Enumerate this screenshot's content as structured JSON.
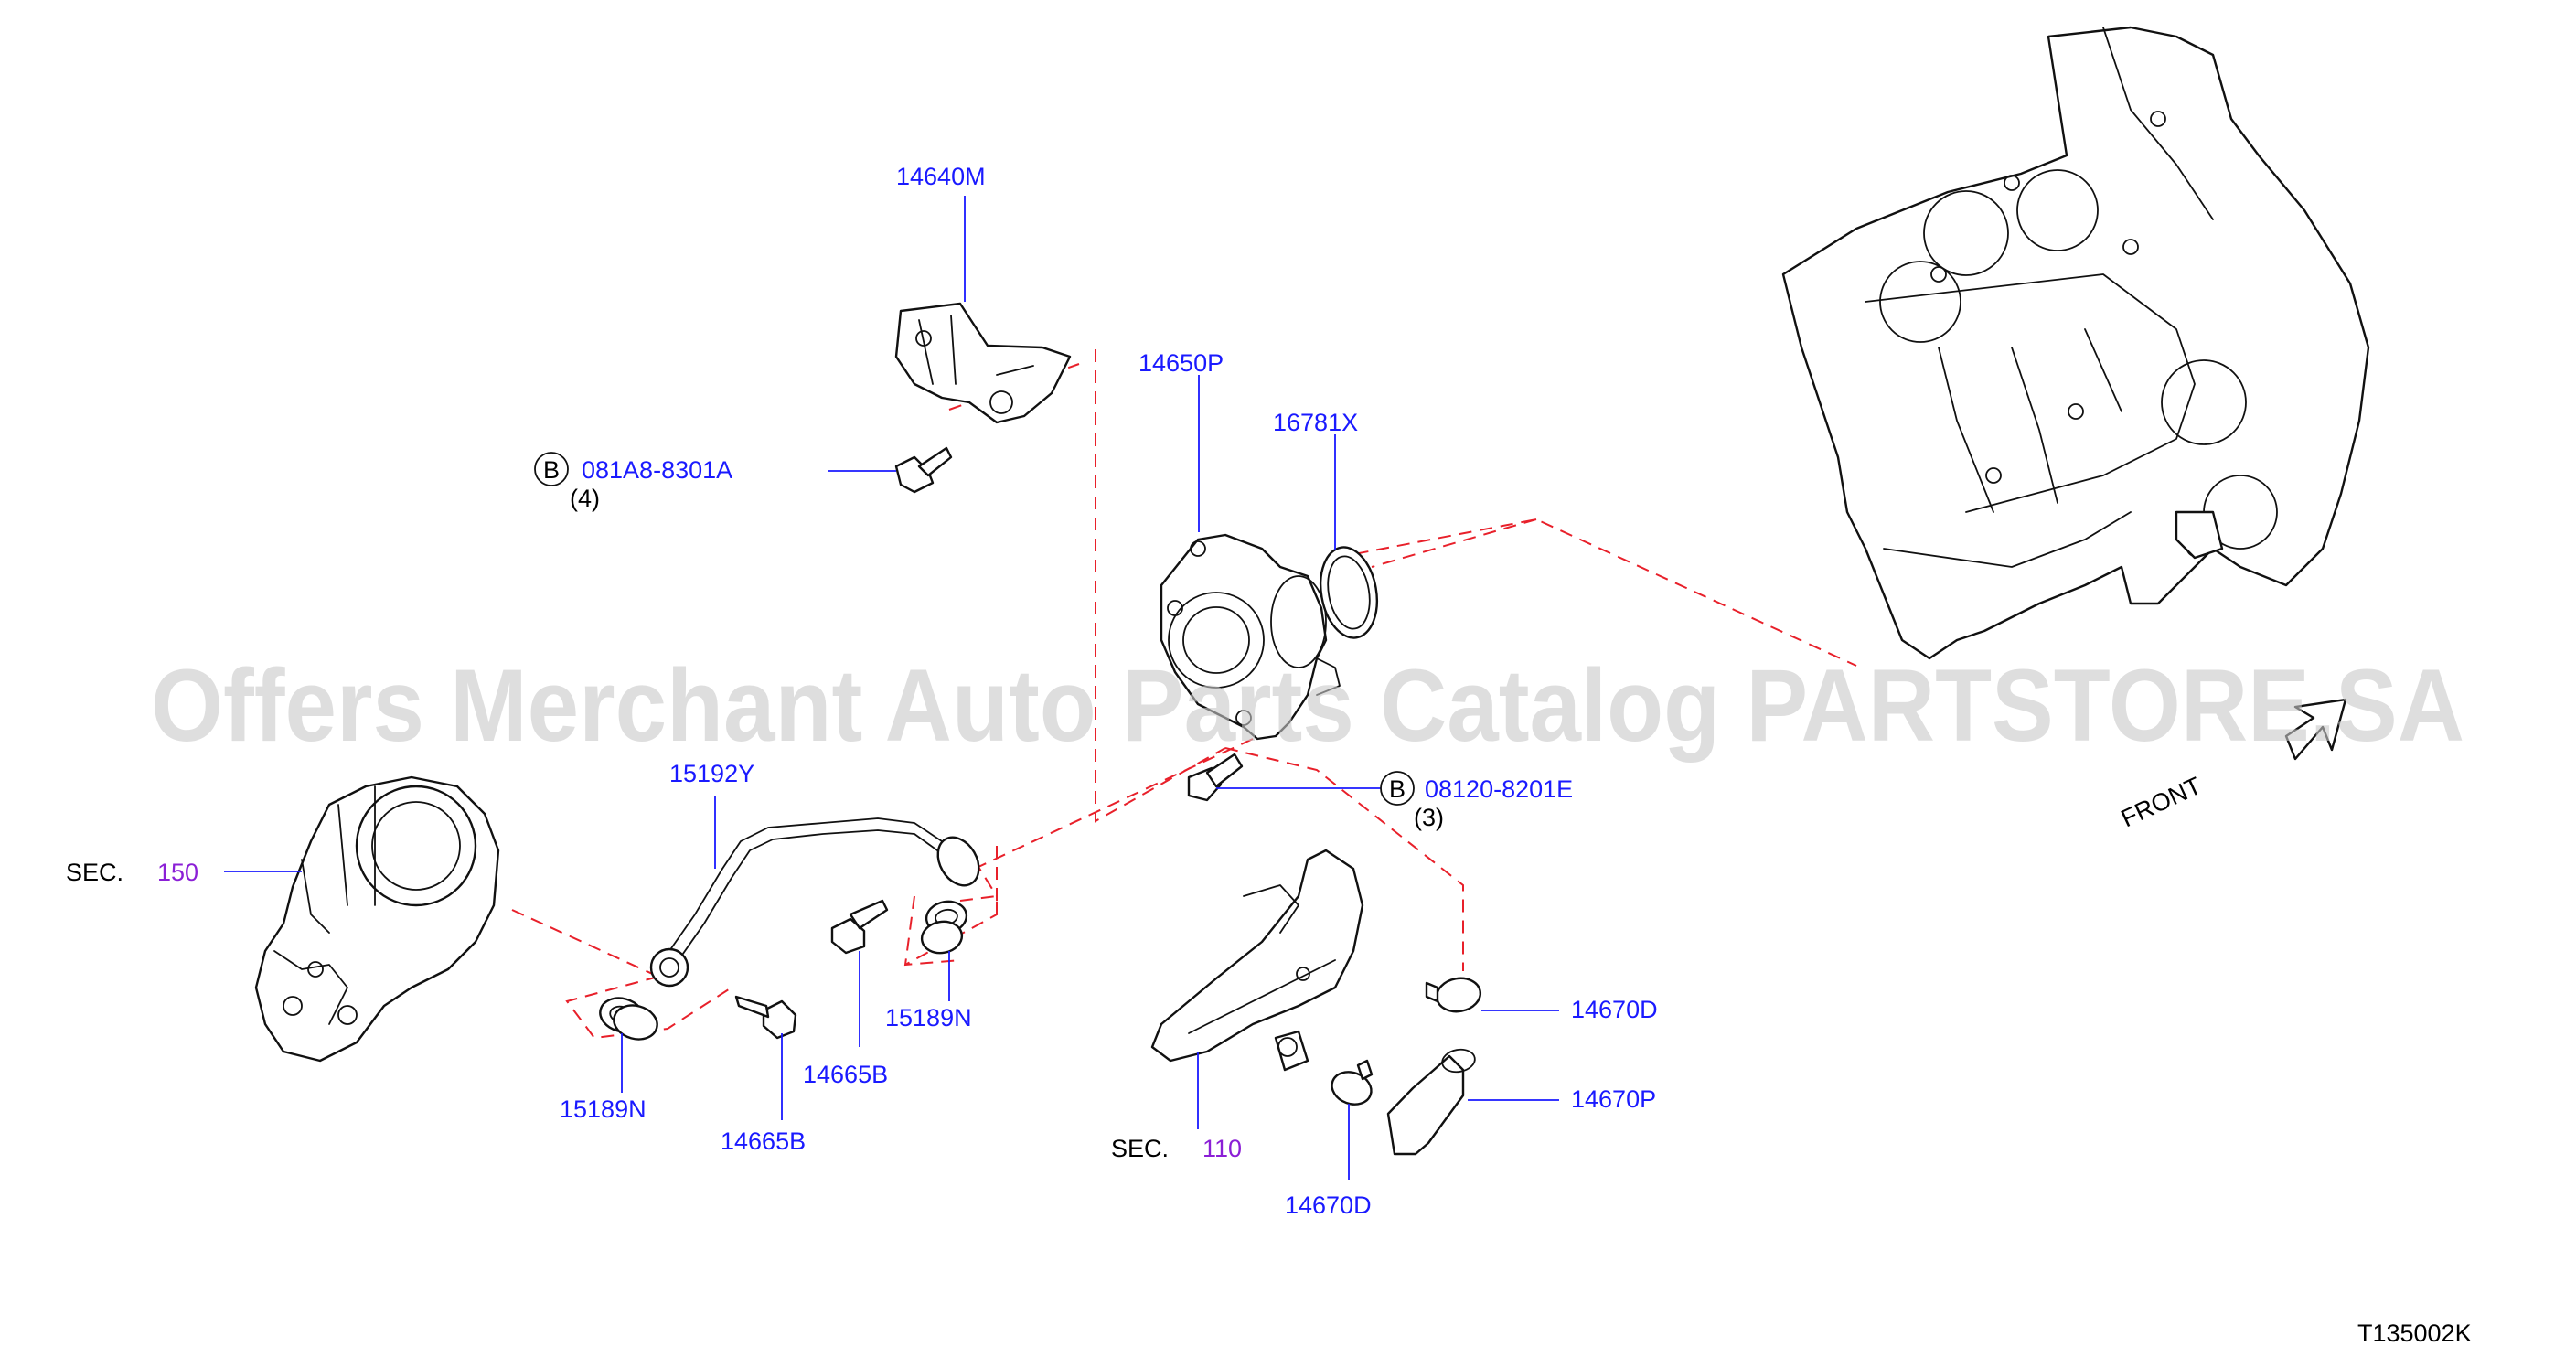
{
  "watermark": "Offers Merchant Auto Parts Catalog PARTSTORE.SA",
  "diagram_code": "T135002K",
  "front_label": "FRONT",
  "sections": [
    {
      "prefix": "SEC.",
      "number": "150"
    },
    {
      "prefix": "SEC.",
      "number": "110"
    }
  ],
  "bolts_b": [
    {
      "marker": "B",
      "part": "081A8-8301A",
      "qty": "(4)"
    },
    {
      "marker": "B",
      "part": "08120-8201E",
      "qty": "(3)"
    }
  ],
  "parts": {
    "p14640M": "14640M",
    "p14650P": "14650P",
    "p16781X": "16781X",
    "p15192Y": "15192Y",
    "p15189N_a": "15189N",
    "p15189N_b": "15189N",
    "p14665B_a": "14665B",
    "p14665B_b": "14665B",
    "p14670D_a": "14670D",
    "p14670D_b": "14670D",
    "p14670P": "14670P"
  },
  "colors": {
    "part_label": "#1a1aff",
    "section_number": "#8b1fd6",
    "dashed_line": "#e8202a",
    "line_art": "#111111",
    "watermark": "#c8c8c8"
  }
}
